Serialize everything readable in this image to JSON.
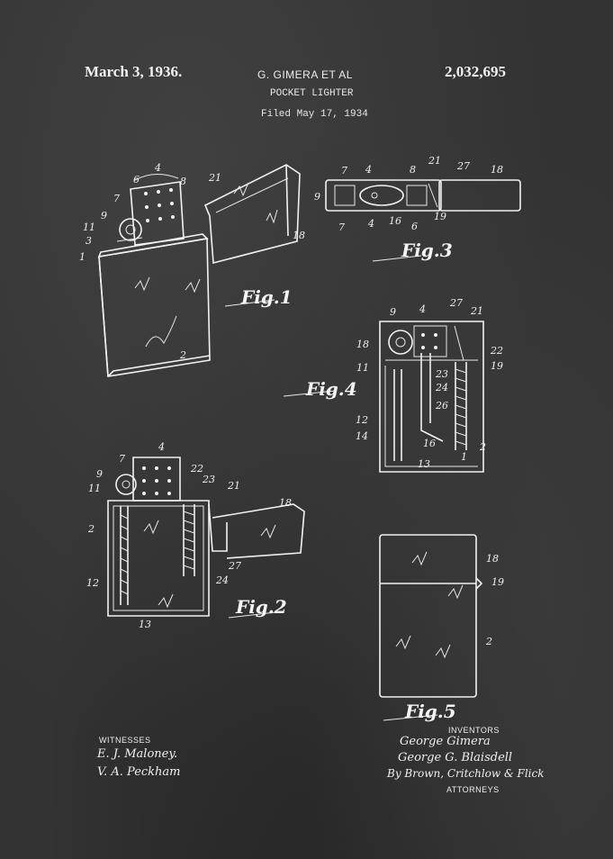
{
  "header": {
    "date": "March 3, 1936.",
    "inventor": "G. GIMERA ET AL",
    "patent_number": "2,032,695",
    "title": "POCKET LIGHTER",
    "filed": "Filed May 17, 1934"
  },
  "figures": {
    "fig1": "Fig.1",
    "fig2": "Fig.2",
    "fig3": "Fig.3",
    "fig4": "Fig.4",
    "fig5": "Fig.5"
  },
  "witnesses": {
    "label": "WITNESSES",
    "names": [
      "E. J. Maloney.",
      "V. A. Peckham"
    ]
  },
  "inventors": {
    "label": "INVENTORS",
    "names": [
      "George Gimera",
      "George G. Blaisdell"
    ],
    "by": "By Brown, Critchlow & Flick",
    "attorneys_label": "ATTORNEYS"
  },
  "colors": {
    "background": "#333333",
    "ink": "#f2f2f2"
  }
}
